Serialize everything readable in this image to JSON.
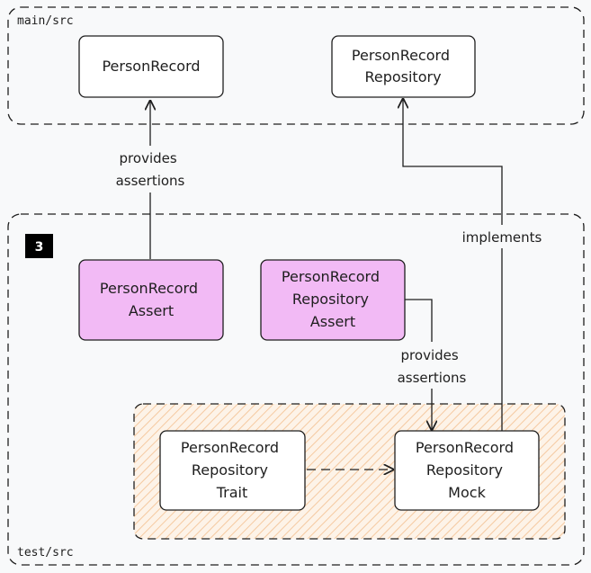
{
  "groups": {
    "main": {
      "label": "main/src"
    },
    "test": {
      "label": "test/src",
      "badge": "3"
    }
  },
  "nodes": {
    "person_record": {
      "lines": [
        "PersonRecord"
      ]
    },
    "repository": {
      "lines": [
        "PersonRecord",
        "Repository"
      ]
    },
    "record_assert": {
      "lines": [
        "PersonRecord",
        "Assert"
      ]
    },
    "repository_assert": {
      "lines": [
        "PersonRecord",
        "Repository",
        "Assert"
      ]
    },
    "repository_trait": {
      "lines": [
        "PersonRecord",
        "Repository",
        "Trait"
      ]
    },
    "repository_mock": {
      "lines": [
        "PersonRecord",
        "Repository",
        "Mock"
      ]
    }
  },
  "edges": {
    "assert_to_record": {
      "lines": [
        "provides",
        "assertions"
      ]
    },
    "repo_assert_to_mock": {
      "lines": [
        "provides",
        "assertions"
      ]
    },
    "mock_to_repository": {
      "lines": [
        "implements"
      ]
    }
  },
  "colors": {
    "stroke": "#1e1e1e",
    "assert_fill": "#f2baf5",
    "hatch": "#f5c9a0",
    "hatch_bg": "#fdf3e8",
    "node_fill": "#ffffff",
    "badge": "#000000"
  }
}
